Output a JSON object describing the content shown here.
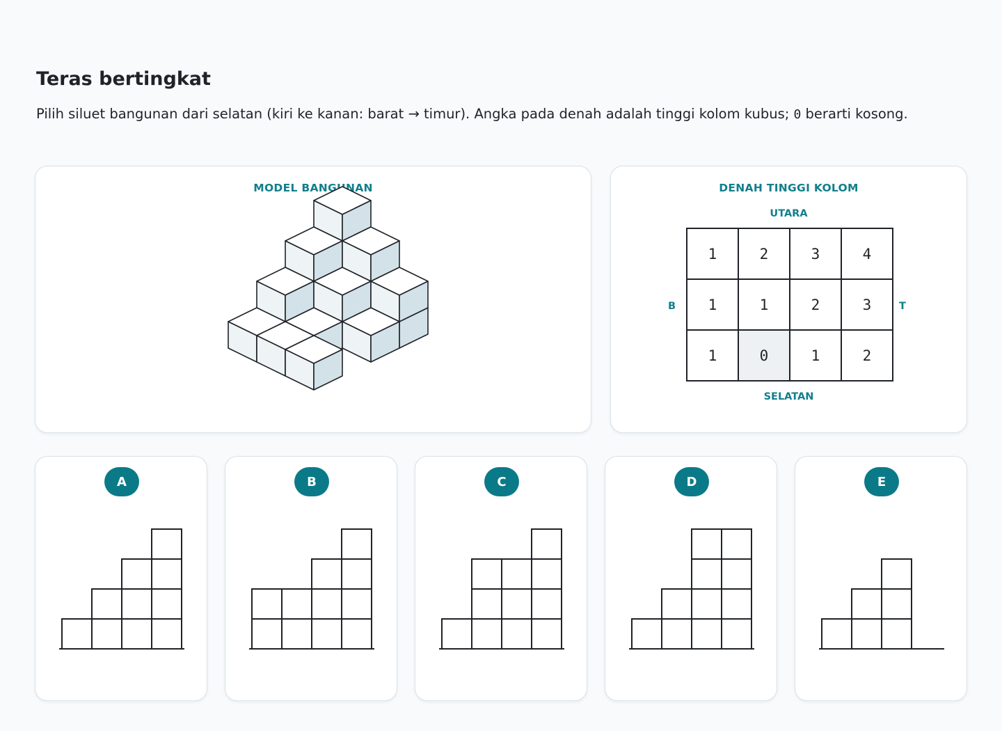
{
  "header": {
    "title": "Teras bertingkat",
    "desc_part1": "Pilih siluet bangunan dari selatan (kiri ke kanan: barat → timur). Angka pada denah adalah tinggi kolom kubus; ",
    "desc_zero": "0",
    "desc_part2": " berarti kosong."
  },
  "model_panel": {
    "title": "MODEL BANGUNAN"
  },
  "plan_panel": {
    "title": "DENAH TINGGI KOLOM",
    "north": "UTARA",
    "south": "SELATAN",
    "west": "B",
    "east": "T",
    "rows": [
      [
        "1",
        "2",
        "3",
        "4"
      ],
      [
        "1",
        "1",
        "2",
        "3"
      ],
      [
        "1",
        "0",
        "1",
        "2"
      ]
    ]
  },
  "options": [
    {
      "label": "A",
      "heights": [
        1,
        2,
        3,
        4
      ]
    },
    {
      "label": "B",
      "heights": [
        2,
        2,
        3,
        4
      ]
    },
    {
      "label": "C",
      "heights": [
        1,
        3,
        3,
        4
      ]
    },
    {
      "label": "D",
      "heights": [
        1,
        2,
        4,
        4
      ]
    },
    {
      "label": "E",
      "heights": [
        1,
        2,
        3,
        0
      ]
    }
  ],
  "colors": {
    "accent": "#0b7a88",
    "accent_text": "#117f8c",
    "line": "#1f2328",
    "cube_top": "#ffffff",
    "cube_left": "#eef3f5",
    "cube_right": "#d3e2e8"
  }
}
